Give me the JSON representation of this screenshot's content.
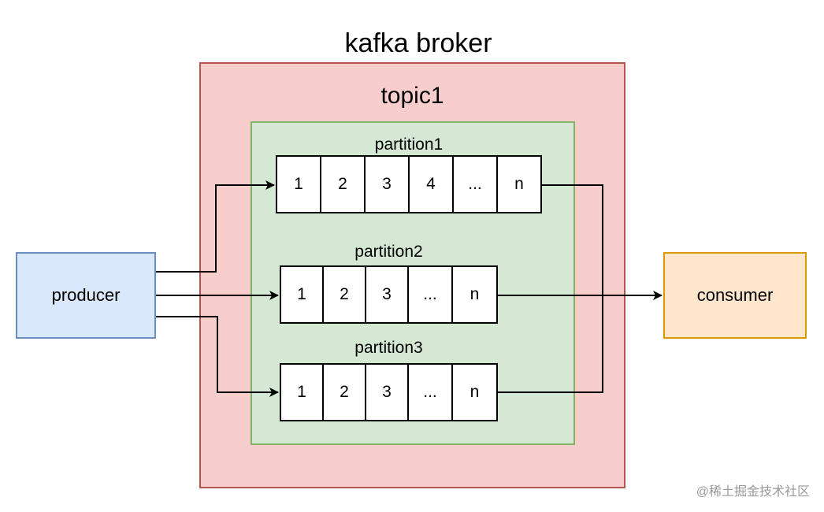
{
  "diagram": {
    "title": "kafka broker",
    "topic": "topic1",
    "producer": "producer",
    "consumer": "consumer",
    "partitions": [
      {
        "label": "partition1",
        "cells": [
          "1",
          "2",
          "3",
          "4",
          "...",
          "n"
        ]
      },
      {
        "label": "partition2",
        "cells": [
          "1",
          "2",
          "3",
          "...",
          "n"
        ]
      },
      {
        "label": "partition3",
        "cells": [
          "1",
          "2",
          "3",
          "...",
          "n"
        ]
      }
    ],
    "watermark": "@稀土掘金技术社区"
  },
  "colors": {
    "broker_fill": "#f8cecc",
    "broker_stroke": "#b85450",
    "topic_fill": "#d5e8d4",
    "topic_stroke": "#82b366",
    "producer_fill": "#dae8fc",
    "producer_stroke": "#6c8ebf",
    "consumer_fill": "#ffe6cc",
    "consumer_stroke": "#d79b00"
  }
}
